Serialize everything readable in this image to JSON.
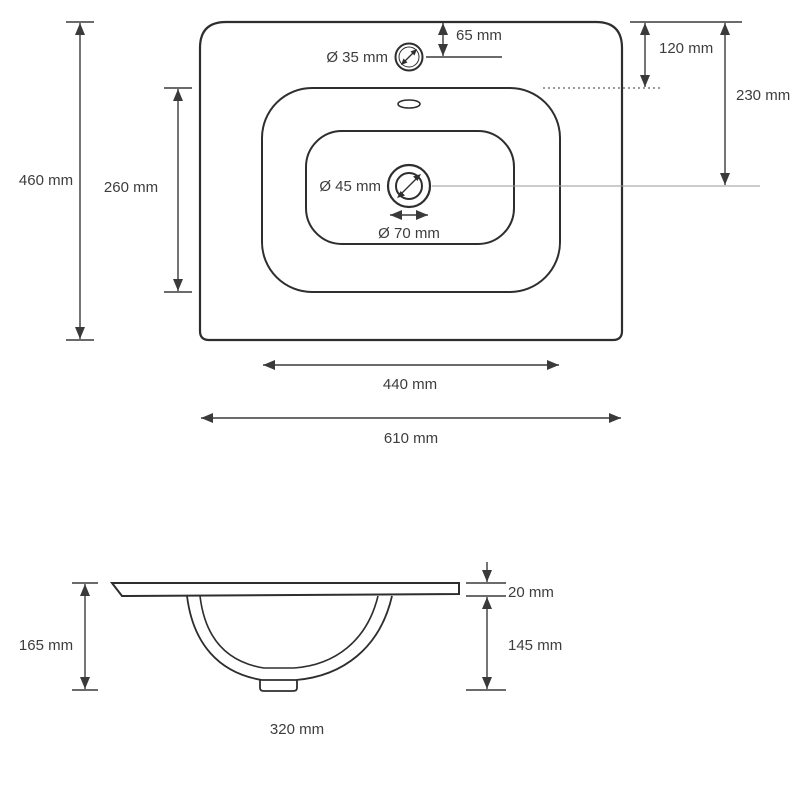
{
  "meta": {
    "description": "Washbasin dimensional drawing (top view and side profile)",
    "background_color": "#ffffff",
    "outline_color": "#2e2e2e",
    "dimension_color": "#3a3a3a",
    "text_color": "#3d3d3d"
  },
  "top_view": {
    "dims": {
      "overall_height": "460 mm",
      "bowl_height": "260 mm",
      "faucet_hole_diameter": "Ø 35 mm",
      "faucet_offset_from_top": "65 mm",
      "bowl_offset_from_top": "120 mm",
      "drain_offset_from_top": "230 mm",
      "drain_diameter": "Ø 45 mm",
      "drain_outer_diameter": "Ø 70 mm",
      "bowl_width": "440 mm",
      "overall_width": "610 mm"
    }
  },
  "side_view": {
    "dims": {
      "overall_height": "165 mm",
      "rim_thickness": "20 mm",
      "bowl_depth": "145 mm",
      "bowl_width": "320 mm"
    }
  }
}
